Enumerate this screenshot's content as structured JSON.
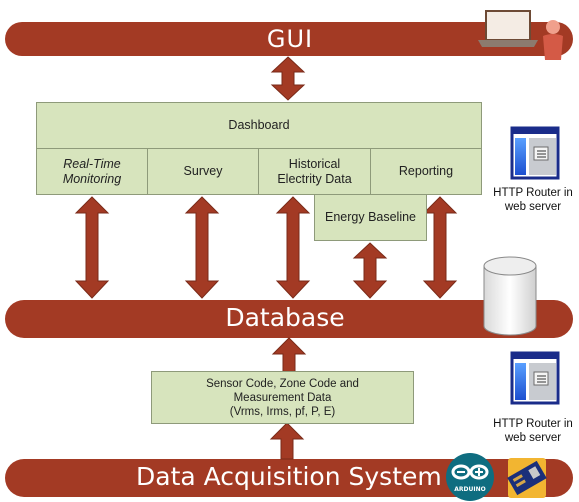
{
  "bars": {
    "gui": "GUI",
    "database": "Database",
    "acquisition": "Data Acquisition System"
  },
  "dashboard": {
    "title": "Dashboard",
    "modules": [
      {
        "line1": "Real-Time",
        "line2": "Monitoring"
      },
      {
        "line1": "Survey",
        "line2": ""
      },
      {
        "line1": "Historical",
        "line2": "Electrity Data"
      },
      {
        "line1": "Reporting",
        "line2": ""
      }
    ],
    "energy_baseline": "Energy Baseline"
  },
  "data_box": {
    "line1": "Sensor Code, Zone Code and",
    "line2": "Measurement Data",
    "line3": "(Vrms, Irms, pf, P, E)"
  },
  "router_top": {
    "line1": "HTTP Router in",
    "line2": "web server"
  },
  "router_bottom": {
    "line1": "HTTP Router in",
    "line2": "web server"
  },
  "arduino_logo": "ARDUINO",
  "colors": {
    "bar": "#a33a24",
    "box_fill": "#d7e4bd",
    "box_border": "#8e9a7a",
    "arrow": "#a33a24",
    "arrow_stroke": "#7a2a18"
  }
}
